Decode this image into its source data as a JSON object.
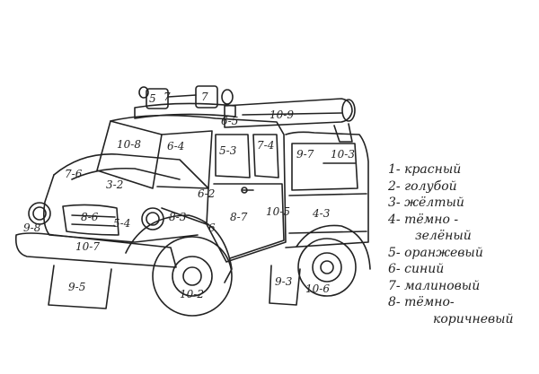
{
  "labels": {
    "siren_left": "5",
    "siren_mid": "7",
    "siren_right": "7",
    "ladder": "10-9",
    "ladder_support": "6-5",
    "cab_roof": "10-8",
    "windshield": "6-4",
    "side_window": "5-3",
    "door_window": "7-4",
    "rear_panel_top": "9-7",
    "rear_panel_corner": "10-3",
    "hood": "3-2",
    "fender_top": "7-6",
    "grille": "8-6",
    "headlight_side": "5-4",
    "front_wheel_arch": "8-3",
    "cab_mid": "6-2",
    "door": "8-7",
    "door_right": "10-5",
    "body_side": "4-3",
    "front_bumper_left": "9-8",
    "bumper": "10-7",
    "front_mudflap": "9-5",
    "front_wheel_hub": "10-2",
    "rear_wheel_step": "9-3",
    "rear_wheel_hub": "10-6",
    "arch_small": "6"
  },
  "legend": [
    {
      "num": "1",
      "color": "красный"
    },
    {
      "num": "2",
      "color": "голубой"
    },
    {
      "num": "3",
      "color": "жёлтый"
    },
    {
      "num": "4",
      "color": "тёмно -",
      "cont": "зелёный"
    },
    {
      "num": "5",
      "color": "оранжевый"
    },
    {
      "num": "6",
      "color": "синий"
    },
    {
      "num": "7",
      "color": "малиновый"
    },
    {
      "num": "8",
      "color": "тёмно-",
      "cont": "коричневый"
    }
  ]
}
